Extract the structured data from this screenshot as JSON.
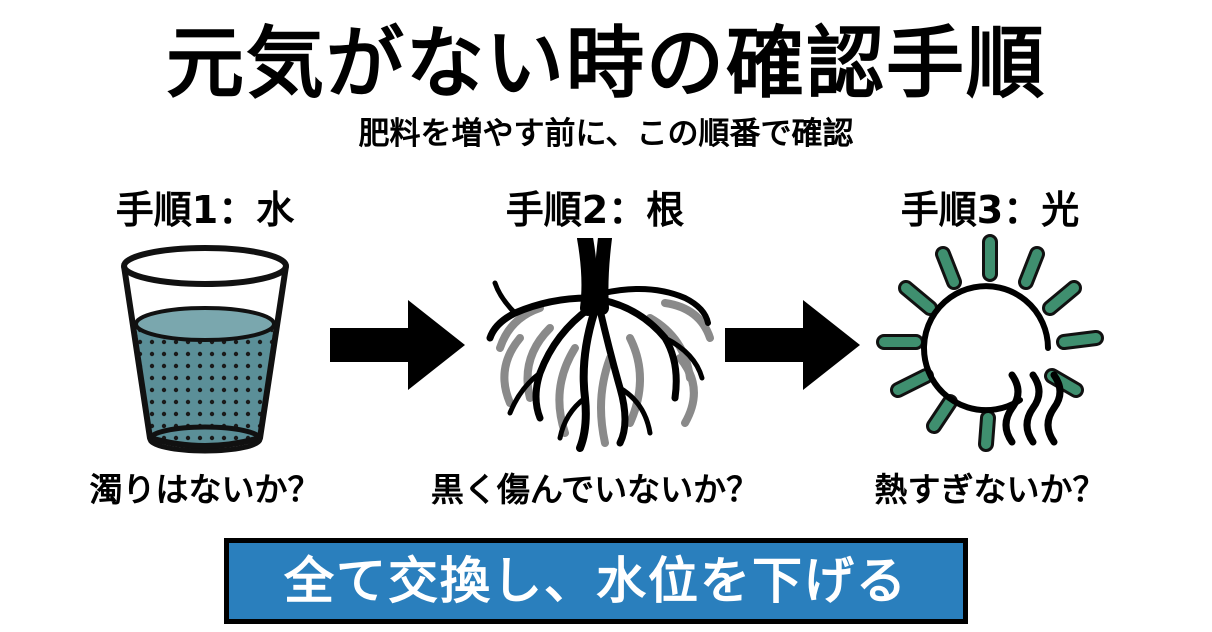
{
  "title": "元気がない時の確認手順",
  "subtitle": "肥料を増やす前に、この順番で確認",
  "steps": [
    {
      "label": "手順1：水",
      "question": "濁りはないか？",
      "icon": "water-glass-icon"
    },
    {
      "label": "手順2：根",
      "question": "黒く傷んでいないか？",
      "icon": "roots-icon"
    },
    {
      "label": "手順3：光",
      "question": "熱すぎないか？",
      "icon": "sun-heat-icon"
    }
  ],
  "banner": "全て交換し、水位を下げる",
  "colors": {
    "water": "#5b8f98",
    "sun_ray": "#3f8f6f",
    "banner": "#2a7fbd"
  }
}
